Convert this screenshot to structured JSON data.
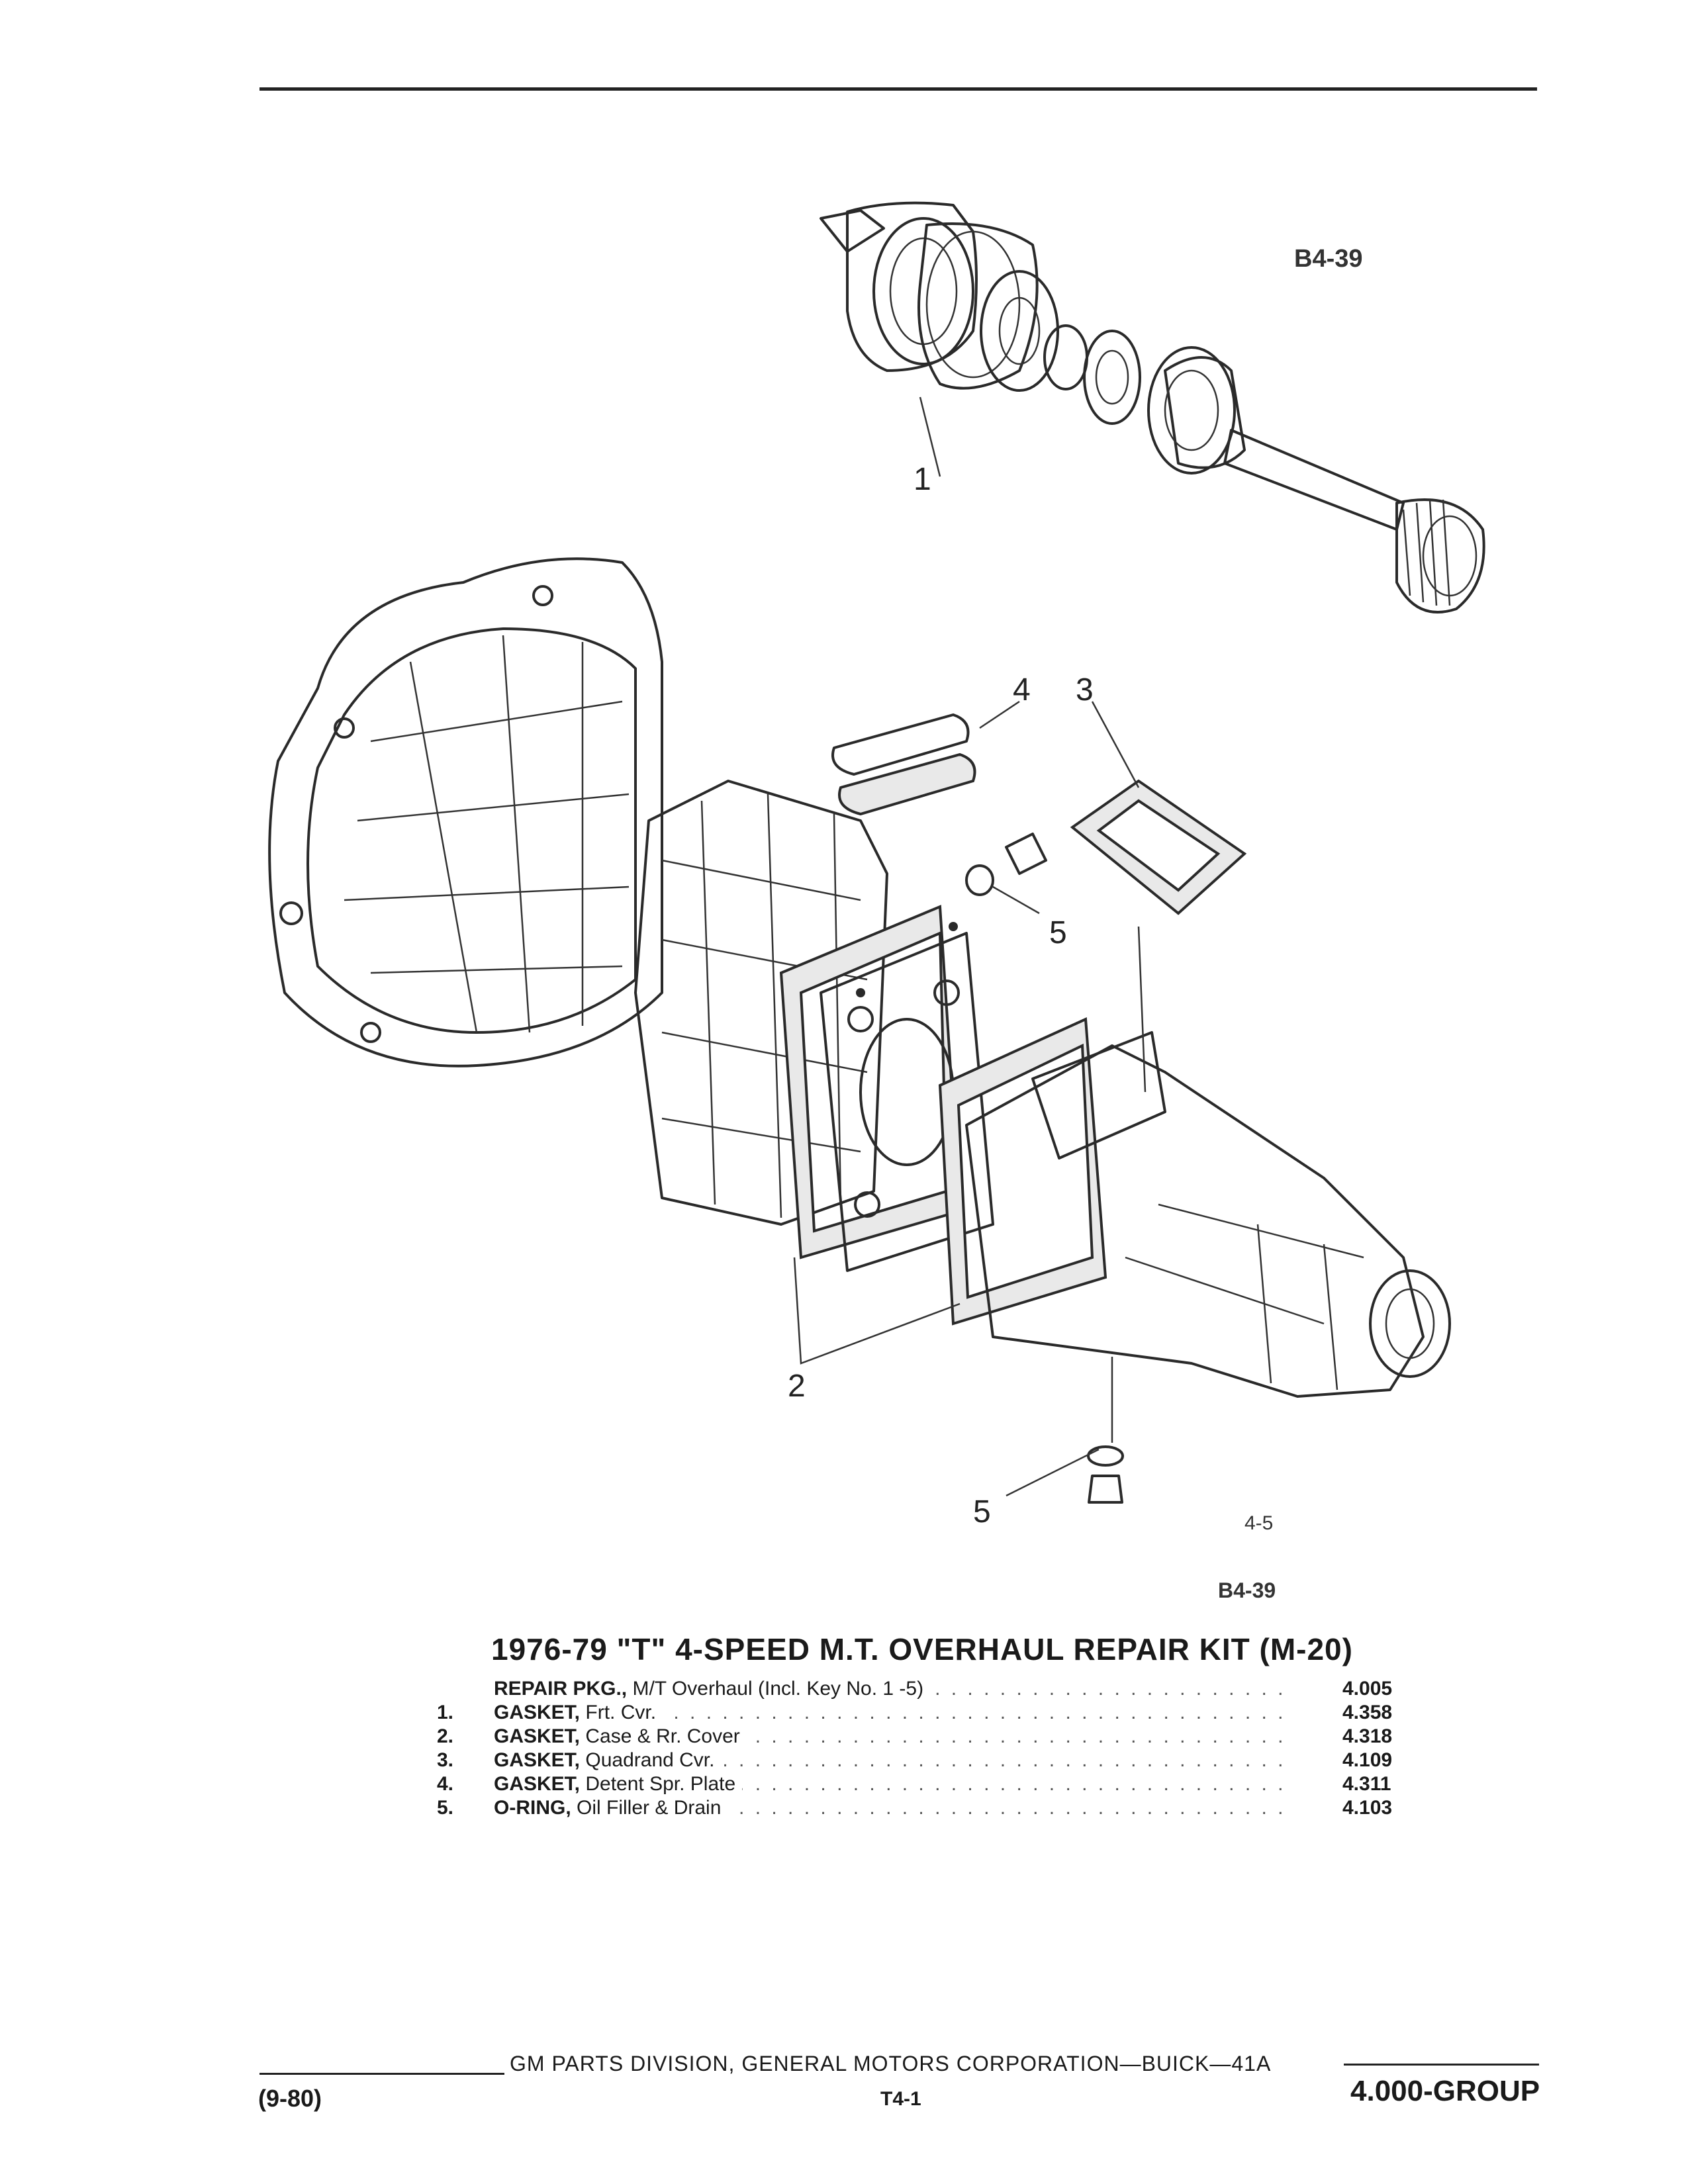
{
  "figure": {
    "code_top": "B4-39",
    "code_fig": "4-5",
    "code_mid": "B4-39",
    "callouts": [
      "1",
      "2",
      "3",
      "4",
      "5",
      "5"
    ]
  },
  "title": "1976-79 \"T\" 4-SPEED M.T. OVERHAUL REPAIR KIT (M-20)",
  "parts": [
    {
      "num": "",
      "name": "REPAIR PKG.,",
      "desc": "M/T Overhaul (Incl. Key No. 1 -5)",
      "part": "4.005"
    },
    {
      "num": "1.",
      "name": "GASKET,",
      "desc": "Frt. Cvr.",
      "part": "4.358"
    },
    {
      "num": "2.",
      "name": "GASKET,",
      "desc": "Case & Rr. Cover",
      "part": "4.318"
    },
    {
      "num": "3.",
      "name": "GASKET,",
      "desc": "Quadrand Cvr.",
      "part": "4.109"
    },
    {
      "num": "4.",
      "name": "GASKET,",
      "desc": "Detent Spr. Plate",
      "part": "4.311"
    },
    {
      "num": "5.",
      "name": "O-RING,",
      "desc": "Oil Filler & Drain",
      "part": "4.103"
    }
  ],
  "footer": {
    "division": "GM PARTS DIVISION, GENERAL MOTORS CORPORATION—BUICK—41A",
    "date": "(9-80)",
    "page": "T4-1",
    "group": "4.000-GROUP"
  }
}
